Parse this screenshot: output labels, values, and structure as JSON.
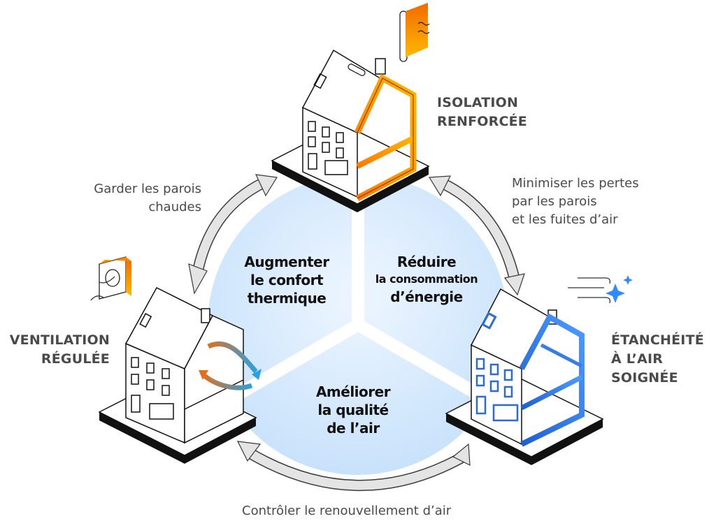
{
  "colors": {
    "circle_fill_light": "#eaf4fe",
    "circle_fill_dark": "#c9e3fb",
    "arrow_fill": "#e4e4e4",
    "arrow_stroke": "#3a3a3a",
    "label_gray": "#4a4a4a",
    "goal_text": "#111111",
    "orange_light": "#ffb000",
    "orange_dark": "#f07300",
    "blue_light": "#5fa8ff",
    "blue_dark": "#2166d6",
    "house_outline": "#111111",
    "base_black": "#111111"
  },
  "center_goals": [
    {
      "id": "comfort",
      "lines": [
        "Augmenter",
        "le confort",
        "thermique"
      ]
    },
    {
      "id": "consumption",
      "title": "Réduire",
      "lines": [
        "la consommation",
        "d’énergie"
      ]
    },
    {
      "id": "air-quality",
      "lines": [
        "Améliorer",
        "la qualité",
        "de l’air"
      ]
    }
  ],
  "pillars": {
    "insulation": {
      "lines": [
        "ISOLATION",
        "RENFORCÉE"
      ],
      "accent": "orange",
      "icon": "insulation-roll-icon"
    },
    "ventilation": {
      "lines": [
        "VENTILATION",
        "RÉGULÉE"
      ],
      "accent": "orange",
      "icon": "ventilation-unit-icon"
    },
    "airtightness": {
      "lines": [
        "ÉTANCHÉITÉ",
        "À L’AIR",
        "SOIGNÉE"
      ],
      "accent": "blue",
      "icon": "wind-sparkle-icon"
    }
  },
  "links": {
    "left": {
      "lines": [
        "Garder les parois",
        "chaudes"
      ]
    },
    "right": {
      "lines": [
        "Minimiser les pertes",
        "par les parois",
        "et les fuites d’air"
      ]
    },
    "bottom": {
      "lines": [
        "Contrôler le renouvellement d’air"
      ]
    }
  }
}
